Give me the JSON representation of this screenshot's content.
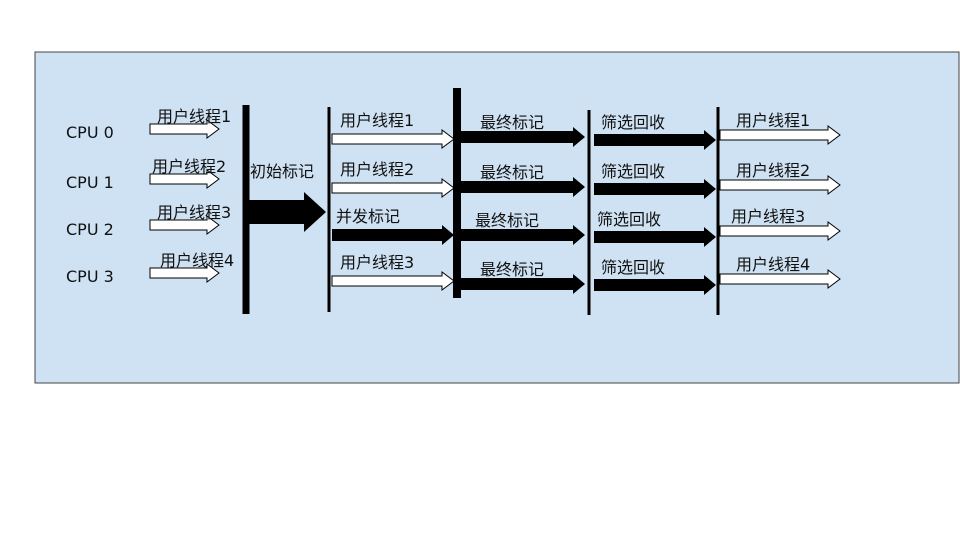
{
  "colors": {
    "panel_fill": "#cfe2f3",
    "panel_border": "#444444",
    "bar": "#000000",
    "hollow_arrow_fill": "#ffffff",
    "text": "#111111"
  },
  "cpus": [
    "CPU 0",
    "CPU 1",
    "CPU 2",
    "CPU 3"
  ],
  "user_threads": [
    "用户线程1",
    "用户线程2",
    "用户线程3",
    "用户线程4"
  ],
  "initial_mark": "初始标记",
  "concurrent_stage": [
    "用户线程1",
    "用户线程2",
    "并发标记",
    "用户线程3"
  ],
  "final_mark": [
    "最终标记",
    "最终标记",
    "最终标记",
    "最终标记"
  ],
  "cleanup": [
    "筛选回收",
    "筛选回收",
    "筛选回收",
    "筛选回收"
  ],
  "resumed_threads": [
    "用户线程1",
    "用户线程2",
    "用户线程3",
    "用户线程4"
  ]
}
